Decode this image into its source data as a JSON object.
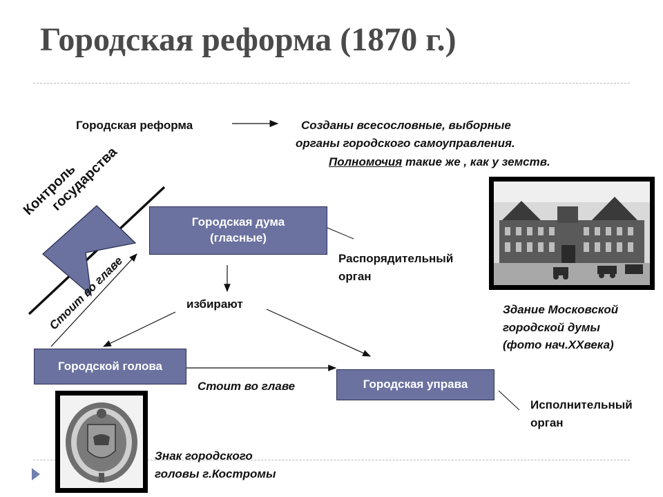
{
  "slide": {
    "title": "Городская реформа (1870 г.)"
  },
  "reform": {
    "label": "Городская реформа",
    "result_line1": "Созданы всесословные, выборные",
    "result_line2": "органы городского самоуправления.",
    "powers_word": "Полномочия",
    "powers_rest": " такие же , как у земств."
  },
  "state_control": {
    "line1": "Контроль",
    "line2": "государства",
    "side_label": "Стоит во главе"
  },
  "duma": {
    "line1": "Городская дума",
    "line2": "(гласные)",
    "role_line1": "Распорядительный",
    "role_line2": "орган"
  },
  "elect_label": "избирают",
  "head": {
    "label": "Городской голова"
  },
  "heads_label": "Стоит во главе",
  "uprava": {
    "label": "Городская управа",
    "role_line1": "Исполнительный",
    "role_line2": "орган"
  },
  "photo_building": {
    "caption_line1": "Здание Московской",
    "caption_line2": "городской думы",
    "caption_line3": "(фото нач.ХХвека)"
  },
  "photo_badge": {
    "caption_line1": "Знак городского",
    "caption_line2": "головы г.Костромы"
  },
  "colors": {
    "box_fill": "#6b72a0",
    "title_text": "#4a4a4a",
    "nav_arrow": "#6f7fb0"
  }
}
